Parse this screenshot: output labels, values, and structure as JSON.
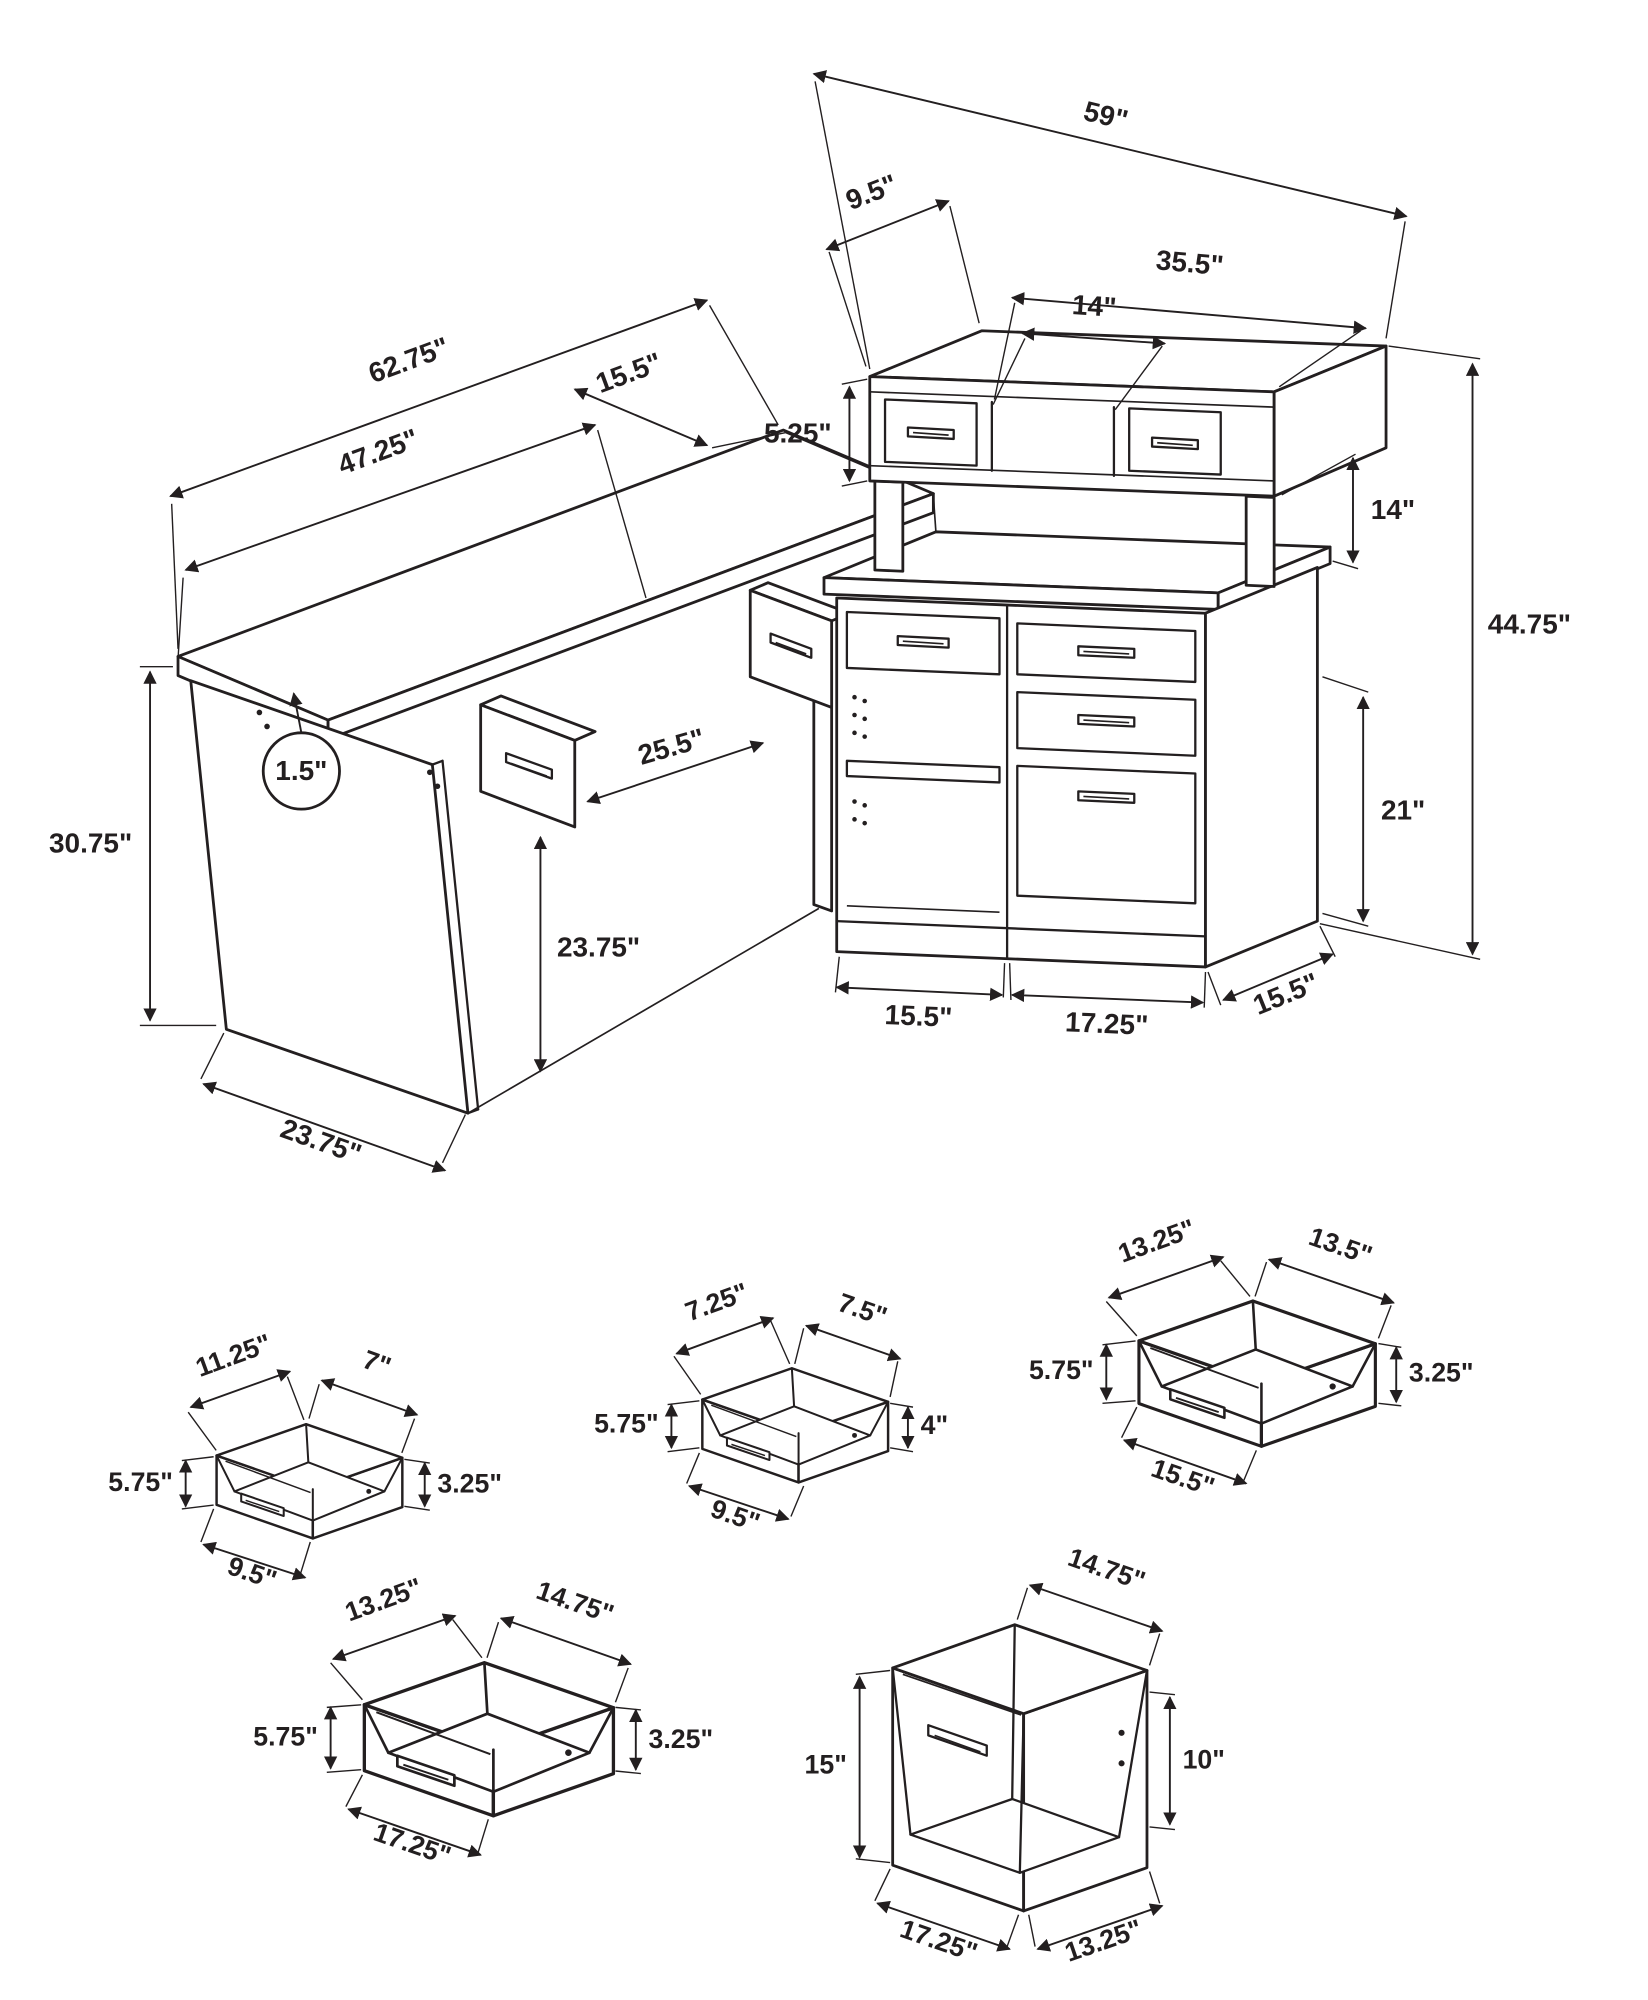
{
  "figure": {
    "type": "furniture-dimension-diagram",
    "subject": "L-shaped corner desk with hutch and drawer details",
    "units": "inches"
  },
  "colors": {
    "line": "#231f20",
    "background": "#ffffff"
  },
  "main_view": {
    "hutch_width": "59\"",
    "hutch_depth": "9.5\"",
    "hutch_right_width": "35.5\"",
    "hutch_cubby_width": "14\"",
    "hutch_face_height": "5.25\"",
    "hutch_clearance": "14\"",
    "overall_height": "44.75\"",
    "top_length": "62.75\"",
    "return_depth": "15.5\"",
    "front_length": "47.25\"",
    "top_thickness": "1.5\"",
    "panel_height": "30.75\"",
    "knee_width": "25.5\"",
    "knee_height": "23.75\"",
    "end_width": "23.75\"",
    "cab_open_width": "15.5\"",
    "cab_drawer_width": "17.25\"",
    "cab_side_depth": "15.5\"",
    "drawer_stack": "21\""
  },
  "drawer_details": [
    {
      "top_left": "11.25\"",
      "top_right": "7\"",
      "left": "5.75\"",
      "right": "3.25\"",
      "bottom": "9.5\""
    },
    {
      "top_left": "7.25\"",
      "top_right": "7.5\"",
      "left": "5.75\"",
      "right": "4\"",
      "bottom": "9.5\""
    },
    {
      "top_left": "13.25\"",
      "top_right": "13.5\"",
      "left": "5.75\"",
      "right": "3.25\"",
      "bottom": "15.5\""
    },
    {
      "top_left": "13.25\"",
      "top_right": "14.75\"",
      "left": "5.75\"",
      "right": "3.25\"",
      "bottom": "17.25\""
    },
    {
      "top_right": "14.75\"",
      "left": "15\"",
      "right": "10\"",
      "bottom_left": "17.25\"",
      "bottom_right": "13.25\""
    }
  ]
}
